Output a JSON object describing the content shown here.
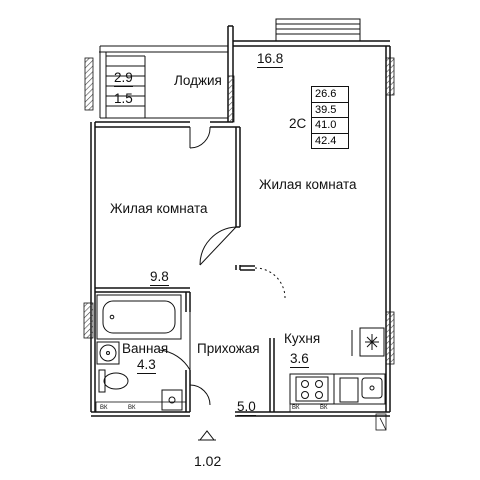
{
  "plan": {
    "apartment_code": "2С",
    "area_summary": [
      "26.6",
      "39.5",
      "41.0",
      "42.4"
    ],
    "rooms": {
      "loggia": {
        "name": "Лоджия",
        "area_a": "2.9",
        "area_b": "1.5"
      },
      "living_room_large": {
        "name": "Жилая комната",
        "area": "16.8"
      },
      "living_room_small": {
        "name": "Жилая комната",
        "area": "9.8"
      },
      "bathroom": {
        "name": "Ванная",
        "area": "4.3"
      },
      "hallway": {
        "name": "Прихожая",
        "area": "5.0"
      },
      "kitchen": {
        "name": "Кухня",
        "area": "3.6"
      }
    },
    "floor_level": "1.02",
    "vent_labels": [
      "ВК",
      "ВК",
      "ВК",
      "ВК"
    ]
  },
  "colors": {
    "line": "#111111",
    "hatch": "#444444",
    "background": "#ffffff"
  }
}
